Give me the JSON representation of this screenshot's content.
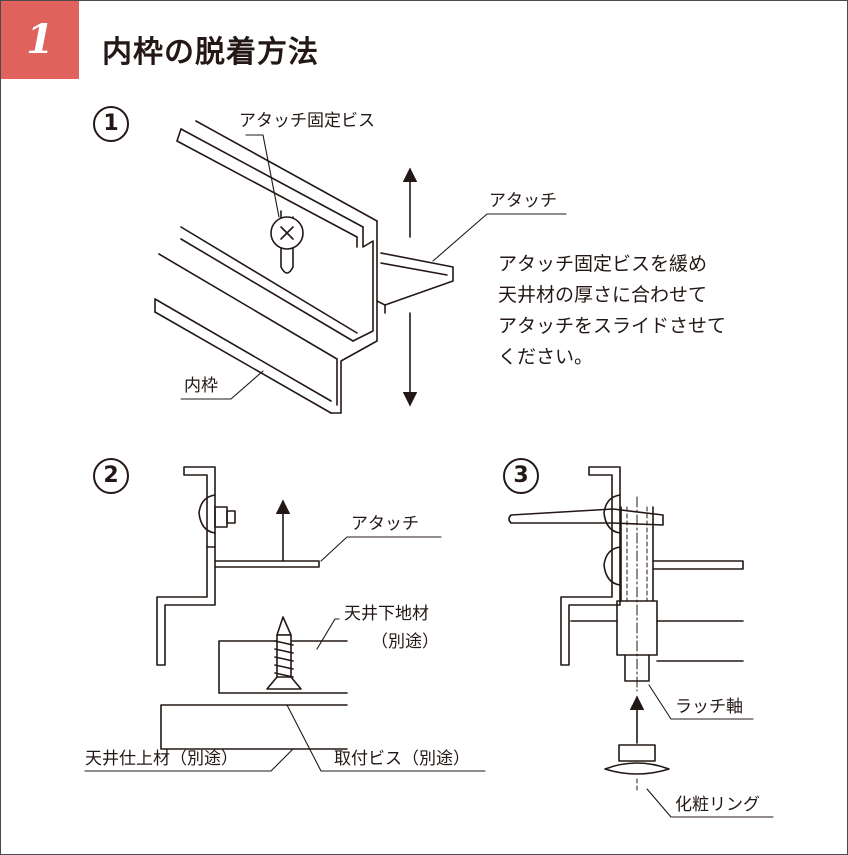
{
  "header": {
    "step_number": "1",
    "title": "内枠の脱着方法"
  },
  "colors": {
    "badge": "#e0625d",
    "line": "#231815",
    "fill_light": "#f2f2f2"
  },
  "figure1": {
    "number": "1",
    "labels": {
      "screw": "アタッチ固定ビス",
      "attach": "アタッチ",
      "frame": "内枠"
    },
    "instruction": [
      "アタッチ固定ビスを緩め",
      "天井材の厚さに合わせて",
      "アタッチをスライドさせて",
      "ください。"
    ]
  },
  "figure2": {
    "number": "2",
    "labels": {
      "attach": "アタッチ",
      "ceiling_base": "天井下地材",
      "ceiling_base_note": "（別途）",
      "ceiling_finish": "天井仕上材（別途）",
      "mount_screw": "取付ビス（別途）"
    }
  },
  "figure3": {
    "number": "3",
    "labels": {
      "latch": "ラッチ軸",
      "ring": "化粧リング"
    }
  }
}
